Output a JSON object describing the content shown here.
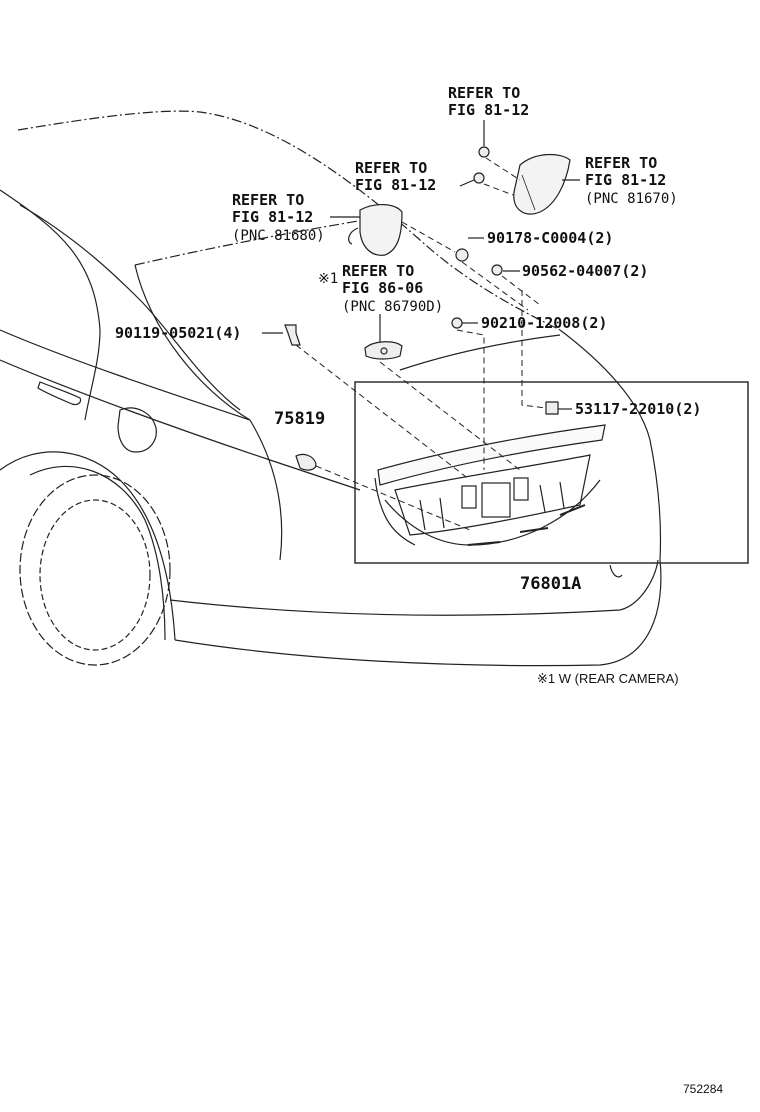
{
  "callouts": {
    "refer_top_1": "REFER TO",
    "refer_top_2": "FIG 81-12",
    "refer_mid_1": "REFER TO",
    "refer_mid_2": "FIG 81-12",
    "refer_right_1": "REFER TO",
    "refer_right_2": "FIG 81-12",
    "refer_right_3": "(PNC 81670)",
    "refer_left_1": "REFER TO",
    "refer_left_2": "FIG 81-12",
    "refer_left_3": "(PNC 81680)",
    "refer_cam_mark": "※1",
    "refer_cam_1": "REFER TO",
    "refer_cam_2": "FIG 86-06",
    "refer_cam_3": "(PNC 86790D)"
  },
  "parts": {
    "p90178": "90178-C0004(2)",
    "p90562": "90562-04007(2)",
    "p90119": "90119-05021(4)",
    "p90210": "90210-12008(2)",
    "p75819": "75819",
    "p53117": "53117-22010(2)",
    "p76801A": "76801A"
  },
  "footnote": "※1 W (REAR CAMERA)",
  "figure_id": "752284"
}
